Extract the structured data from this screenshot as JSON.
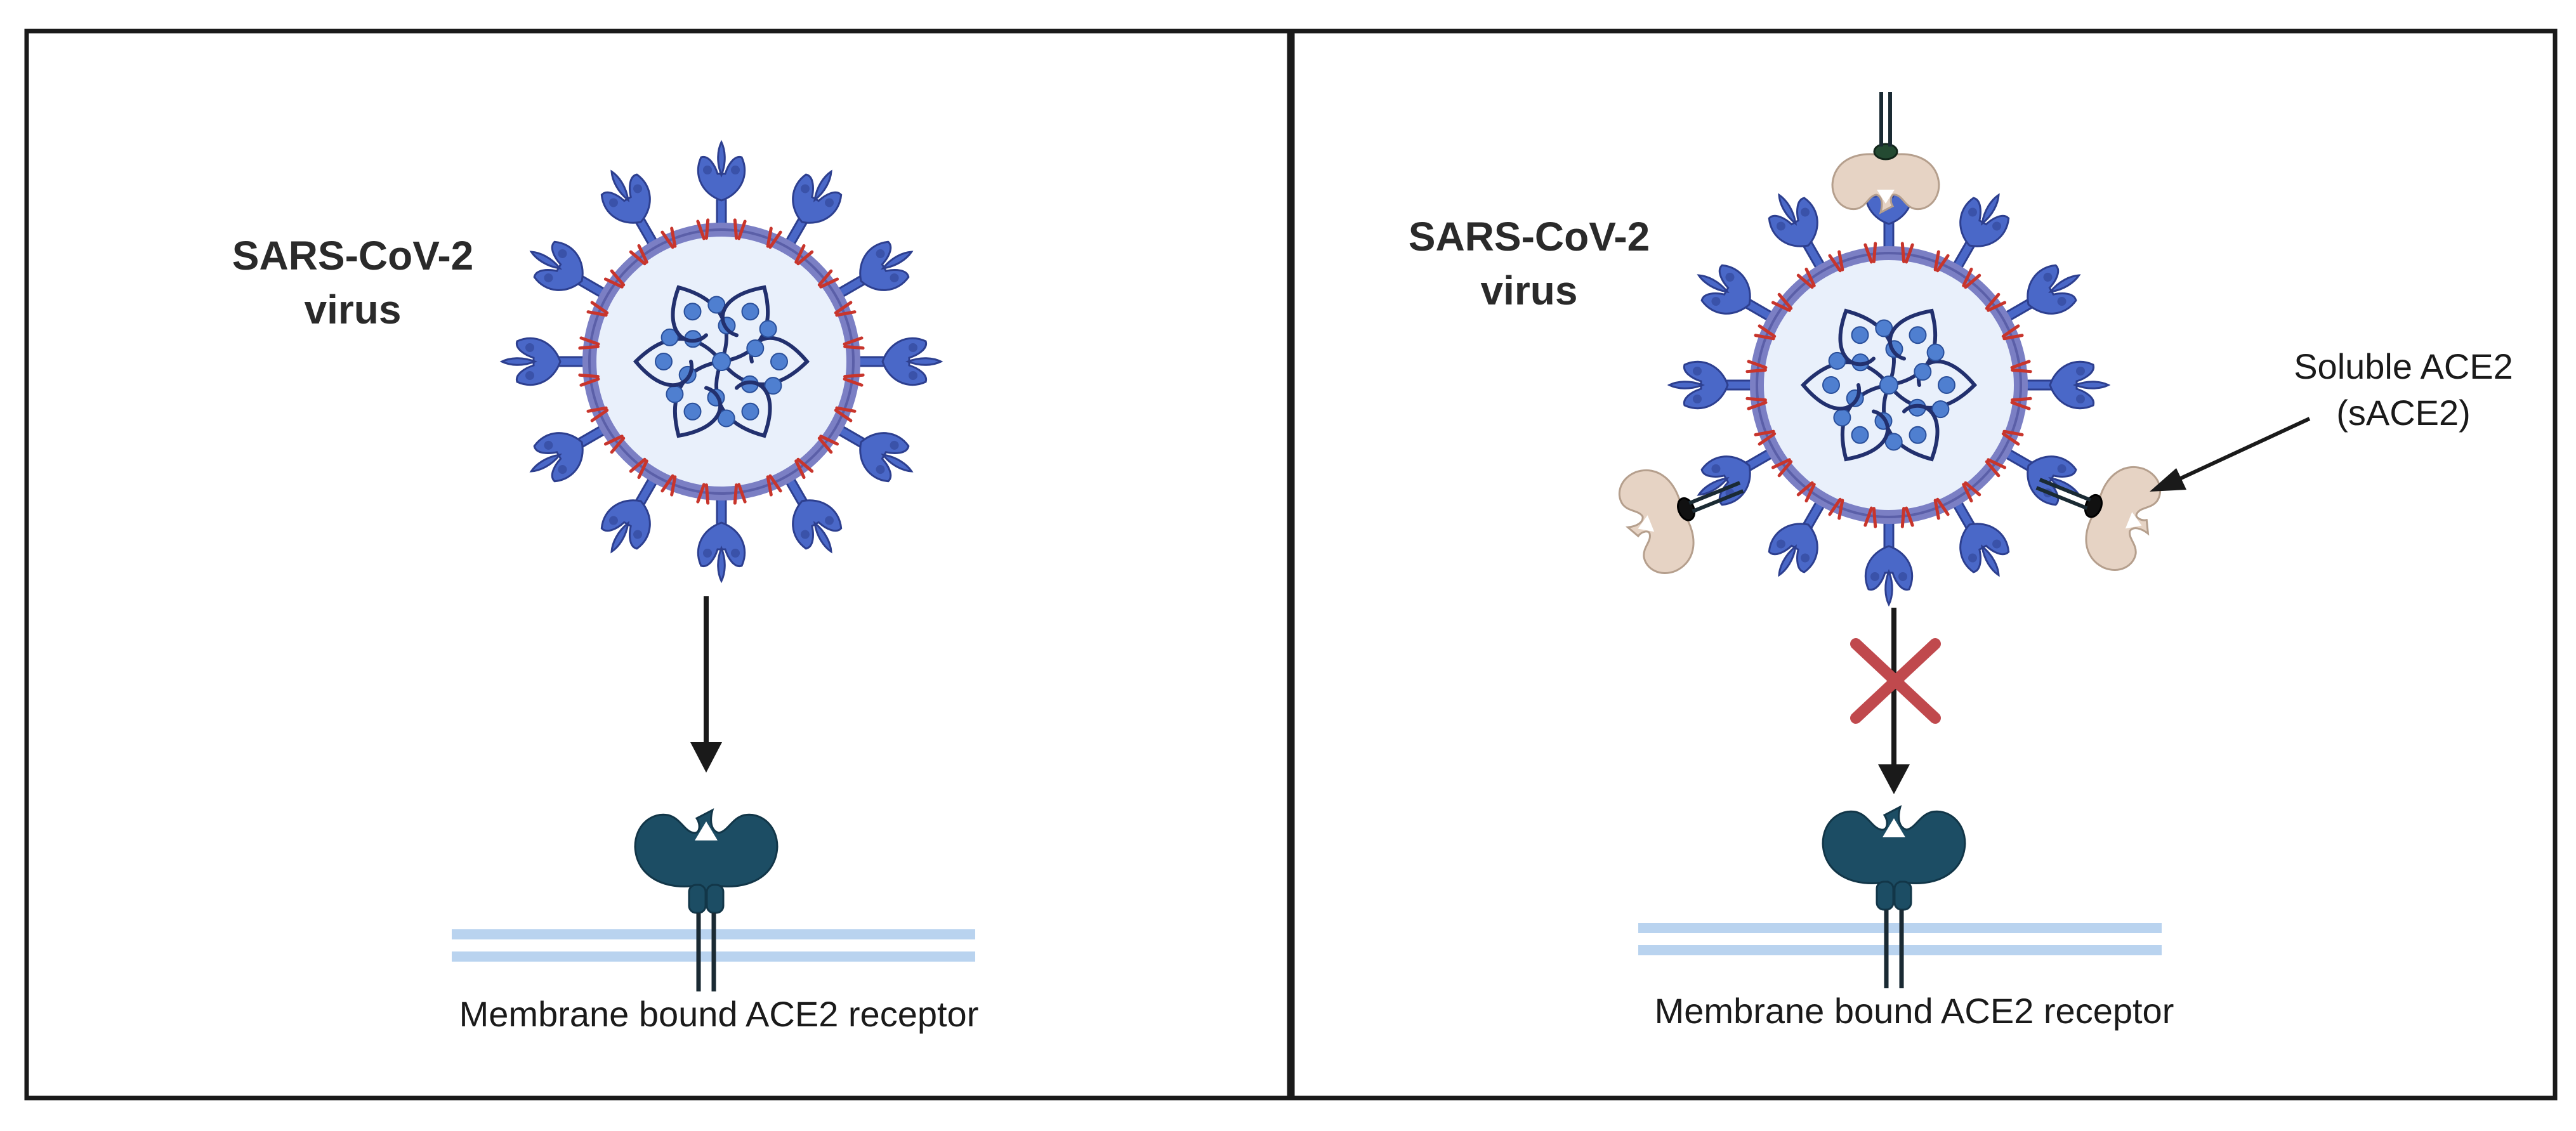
{
  "left_panel": {
    "virus_label_line1": "SARS-CoV-2",
    "virus_label_line2": "virus",
    "membrane_label": "Membrane bound ACE2 receptor"
  },
  "right_panel": {
    "virus_label_line1": "SARS-CoV-2",
    "virus_label_line2": "virus",
    "soluble_label_line1": "Soluble ACE2",
    "soluble_label_line2": "(sACE2)",
    "membrane_label": "Membrane bound ACE2 receptor"
  },
  "colors": {
    "frame": "#1a1a1a",
    "spike": "#4a68c8",
    "spike_dark": "#2d3f8f",
    "envelope": "#7b7fc4",
    "virus_interior": "#e9f0fb",
    "rna": "#22306e",
    "rna_bead": "#4f7fd0",
    "receptor": "#1c4d64",
    "membrane": "#b9d3ef",
    "sace2": "#e6d3c4",
    "block_x": "#c0494d",
    "red_protein": "#c8352c"
  },
  "icons": [
    "virus-particle-icon",
    "ace2-receptor-icon",
    "soluble-ace2-icon",
    "block-x-icon",
    "arrow-icon"
  ]
}
